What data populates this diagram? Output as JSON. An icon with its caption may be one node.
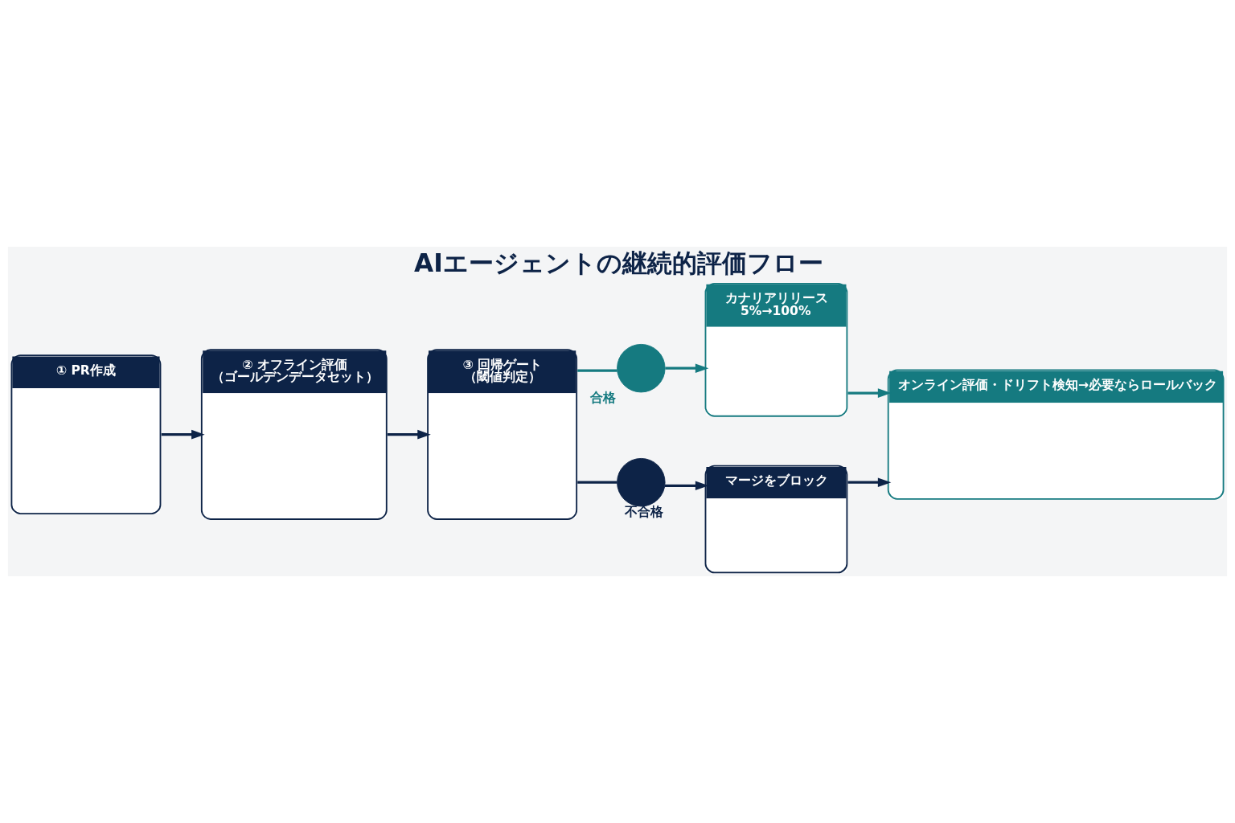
{
  "diagram": {
    "title": "AIエージェントの継続的評価フロー",
    "nodes": [
      {
        "text": [
          "① PR作成"
        ]
      },
      {
        "text": [
          "② オフライン評価",
          "（ゴールデンデータセット）"
        ]
      },
      {
        "text": [
          "③ 回帰ゲート",
          "（閾値判定）"
        ]
      },
      {
        "text": [],
        "shape": "circle",
        "beside": [
          "合格"
        ]
      },
      {
        "text": [],
        "shape": "circle",
        "beside": [
          "不合格"
        ]
      },
      {
        "text": [
          "カナリアリリース",
          "5%→100%"
        ]
      },
      {
        "text": [
          "マージをブロック"
        ]
      },
      {
        "text": [
          "オンライン評価・ドリフト検知→必要ならロールバック"
        ]
      }
    ],
    "edges": [
      {
        "from": 0,
        "to": 1,
        "arrow": "to"
      },
      {
        "from": 1,
        "to": 2,
        "arrow": "to"
      },
      {
        "from": 2,
        "to": 3,
        "arrow": "none",
        "color": "#157a80"
      },
      {
        "from": 2,
        "to": 4,
        "arrow": "none"
      },
      {
        "from": 3,
        "to": 5,
        "arrow": "to",
        "color": "#157a80"
      },
      {
        "from": 4,
        "to": 6,
        "arrow": "to"
      },
      {
        "from": 5,
        "to": 7,
        "arrow": "to",
        "color": "#157a80"
      },
      {
        "from": 6,
        "to": 7,
        "arrow": "to"
      }
    ]
  }
}
